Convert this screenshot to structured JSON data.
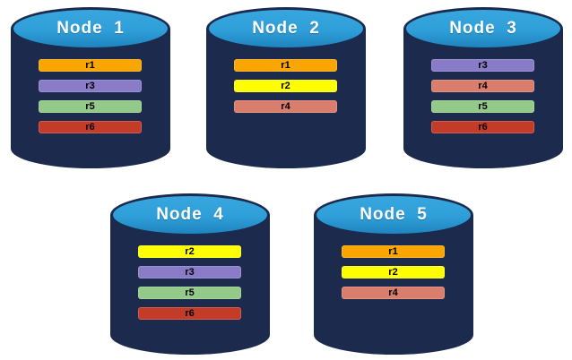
{
  "background_color": "#FFFFFF",
  "node_style": {
    "body_color": "#1B2A4D",
    "top_color": "#2F9FD9",
    "top_color_dark": "#1E84BF",
    "title_color": "#FFFFFF",
    "bar_text_color": "#000000"
  },
  "replica_colors": {
    "r1": "#F9A602",
    "r2": "#FFFF00",
    "r3": "#8A7BC8",
    "r4": "#D97D6C",
    "r5": "#93C989",
    "r6": "#C43C28"
  },
  "nodes": [
    {
      "label": "Node  1",
      "replicas": [
        "r1",
        "r3",
        "r5",
        "r6"
      ]
    },
    {
      "label": "Node  2",
      "replicas": [
        "r1",
        "r2",
        "r4"
      ]
    },
    {
      "label": "Node  3",
      "replicas": [
        "r3",
        "r4",
        "r5",
        "r6"
      ]
    },
    {
      "label": "Node  4",
      "replicas": [
        "r2",
        "r3",
        "r5",
        "r6"
      ]
    },
    {
      "label": "Node  5",
      "replicas": [
        "r1",
        "r2",
        "r4"
      ]
    }
  ]
}
